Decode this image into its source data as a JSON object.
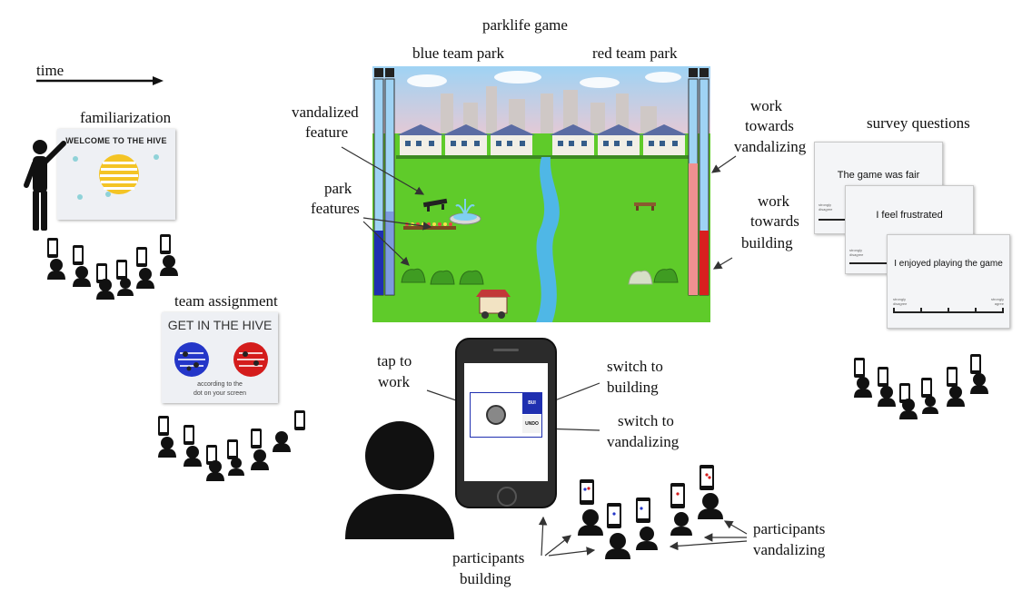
{
  "timeline": {
    "label": "time"
  },
  "familiarization": {
    "label": "familiarization",
    "slide_title": "WELCOME TO THE HIVE"
  },
  "team_assignment": {
    "label": "team assignment",
    "slide_title": "GET IN THE HIVE",
    "slide_caption_1": "according to the",
    "slide_caption_2": "dot on your screen"
  },
  "game": {
    "title": "parklife game",
    "blue_team": "blue team park",
    "red_team": "red team park",
    "vandalized_1": "vandalized",
    "vandalized_2": "feature",
    "park_1": "park",
    "park_2": "features",
    "work_v_1": "work",
    "work_v_2": "towards",
    "work_v_3": "vandalizing",
    "work_b_1": "work",
    "work_b_2": "towards",
    "work_b_3": "building",
    "blue_bar_level": 0.3,
    "red_bar_level": 0.3,
    "red_vandal_level": 0.38
  },
  "survey": {
    "label": "survey questions",
    "q1": "The game was fair",
    "q2": "I feel frustrated",
    "q3": "I enjoyed playing the game",
    "scale_left_1": "strongly",
    "scale_left_2": "disagree",
    "scale_right_1": "strongly",
    "scale_right_2": "agree"
  },
  "phone": {
    "tap_1": "tap to",
    "tap_2": "work",
    "switch_b_1": "switch to",
    "switch_b_2": "building",
    "switch_v_1": "switch to",
    "switch_v_2": "vandalizing",
    "btn_build": "BUI",
    "btn_undo": "UNDO"
  },
  "participants": {
    "building_1": "participants",
    "building_2": "building",
    "vandalizing_1": "participants",
    "vandalizing_2": "vandalizing"
  },
  "colors": {
    "blue": "#1f2fb0",
    "red": "#d81f1f",
    "grass": "#5fcb2a",
    "river": "#4fb7e6"
  }
}
